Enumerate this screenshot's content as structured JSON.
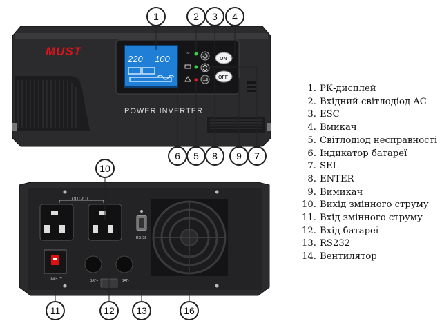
{
  "front_panel": {
    "brand": "MUST",
    "label": "POWER INVERTER",
    "lcd_left": "220",
    "lcd_right": "100",
    "button_on": "ON",
    "button_off": "OFF"
  },
  "back_panel": {
    "output_label": "OUTPUT",
    "input_label": "INPUT",
    "rs232_label": "RS232",
    "bat_plus_label": "BAT+",
    "bat_minus_label": "BAT-"
  },
  "callouts": {
    "c1": "1",
    "c2": "2",
    "c3": "3",
    "c4": "4",
    "c6": "6",
    "c5": "5",
    "c8": "8",
    "c9": "9",
    "c7": "7",
    "c10": "10",
    "c11": "11",
    "c12": "12",
    "c13": "13",
    "c16": "16"
  },
  "legend": [
    {
      "num": "1.",
      "text": "РК-дисплей"
    },
    {
      "num": "2.",
      "text": "Вхідний світлодіод AC"
    },
    {
      "num": "3.",
      "text": "ESC"
    },
    {
      "num": "4.",
      "text": "Вмикач"
    },
    {
      "num": "5.",
      "text": "Світлодіод несправності"
    },
    {
      "num": "6.",
      "text": "Індикатор батареї"
    },
    {
      "num": "7.",
      "text": "SEL"
    },
    {
      "num": "8.",
      "text": "ENTER"
    },
    {
      "num": "9.",
      "text": "Вимикач"
    },
    {
      "num": "10.",
      "text": "Вихід змінного струму"
    },
    {
      "num": "11.",
      "text": "Вхід змінного струму"
    },
    {
      "num": "12.",
      "text": "Вхід батареї"
    },
    {
      "num": "13.",
      "text": "RS232"
    },
    {
      "num": "14.",
      "text": "Вентилятор"
    }
  ],
  "colors": {
    "case": "#2b2b2d",
    "case_dark": "#18181a",
    "lcd": "#1f7fd6",
    "led_green": "#2fd24a",
    "led_red": "#e02020",
    "brand_red": "#d8141c"
  }
}
